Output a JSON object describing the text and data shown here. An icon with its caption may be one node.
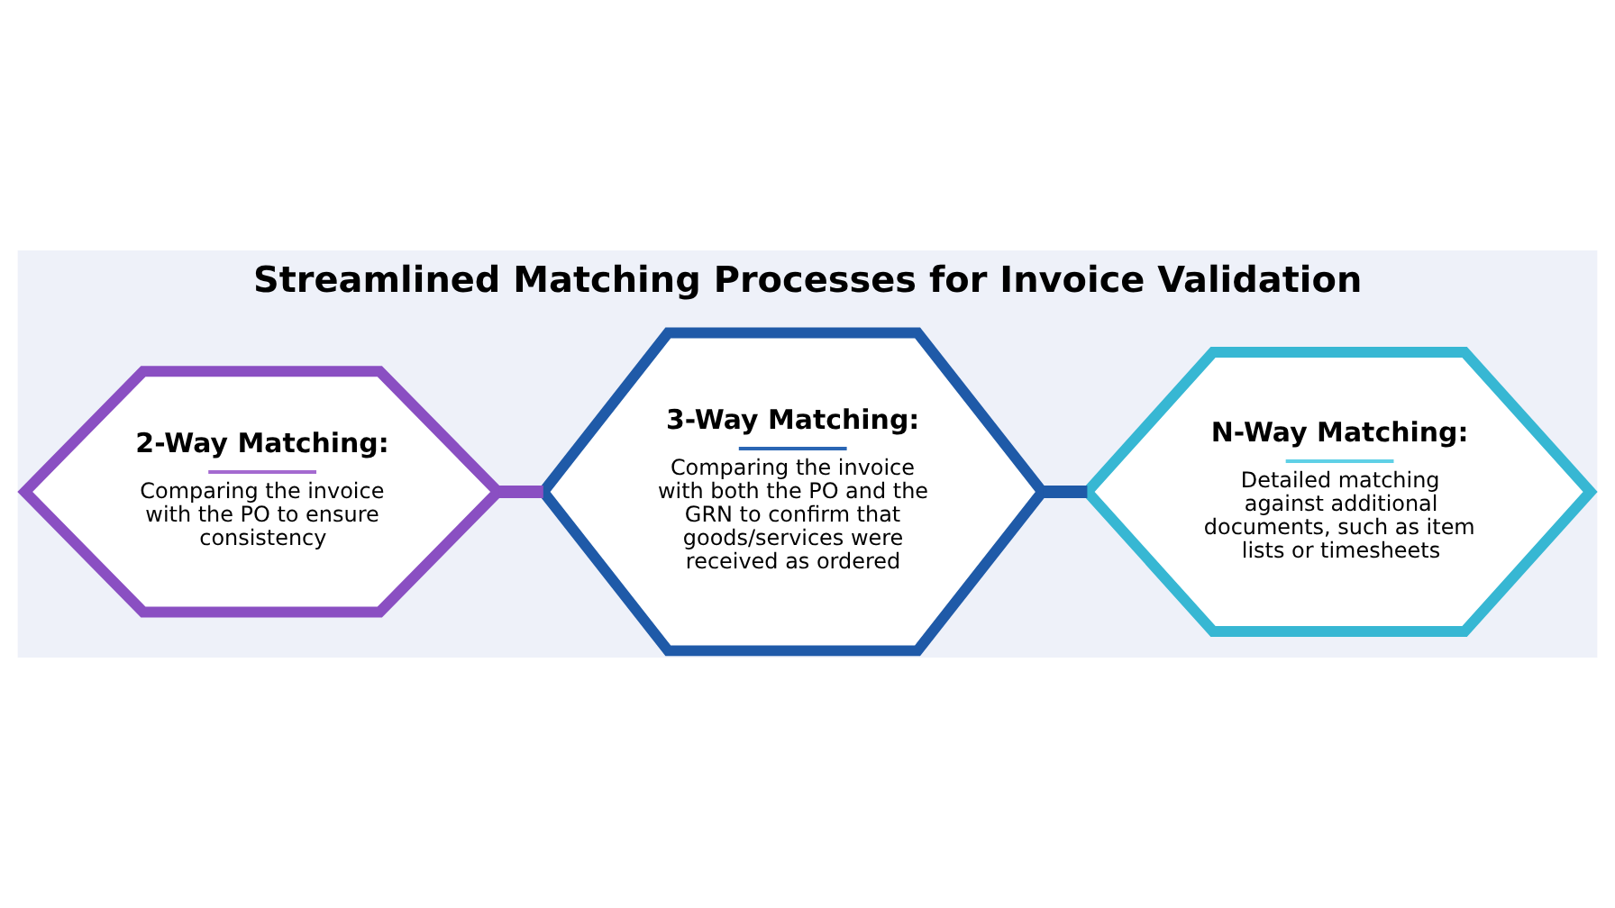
{
  "diagram": {
    "title": "Streamlined Matching Processes for Invoice Validation",
    "nodes": [
      {
        "text": [
          "2-Way Matching:",
          "Comparing the invoice with the PO to ensure consistency"
        ]
      },
      {
        "text": [
          "3-Way Matching:",
          "Comparing the invoice with both the PO and the GRN to confirm that goods/services were received as ordered"
        ]
      },
      {
        "text": [
          "N-Way Matching:",
          "Detailed matching against additional documents, such as item lists or timesheets"
        ]
      }
    ],
    "edges": [
      {
        "from": 0,
        "to": 1,
        "arrow": "none",
        "color": "#8a4fc2"
      },
      {
        "from": 1,
        "to": 2,
        "arrow": "none",
        "color": "#1f5aa8"
      }
    ]
  }
}
